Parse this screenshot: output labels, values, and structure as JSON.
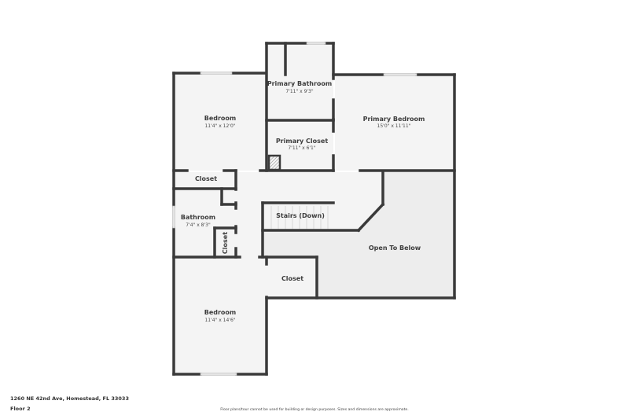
{
  "floorplan": {
    "colors": {
      "wall": "#3a3a3a",
      "floor": "#f4f4f4",
      "open_to_below": "#ededed",
      "window": "#d8d8d8",
      "background": "#ffffff"
    },
    "rooms": {
      "bedroom_1": {
        "name": "Bedroom",
        "dims": "11'4\" x 12'0\""
      },
      "primary_bathroom": {
        "name": "Primary Bathroom",
        "dims": "7'11\" x 9'3\""
      },
      "primary_closet": {
        "name": "Primary Closet",
        "dims": "7'11\" x 6'1\""
      },
      "primary_bedroom": {
        "name": "Primary Bedroom",
        "dims": "15'0\" x 11'11\""
      },
      "closet_1": {
        "name": "Closet"
      },
      "bathroom": {
        "name": "Bathroom",
        "dims": "7'4\" x 8'3\""
      },
      "closet_2": {
        "name": "Closet"
      },
      "stairs": {
        "name": "Stairs (Down)"
      },
      "open_to_below": {
        "name": "Open To Below"
      },
      "closet_3": {
        "name": "Closet"
      },
      "bedroom_2": {
        "name": "Bedroom",
        "dims": "11'4\" x 14'6\""
      }
    }
  },
  "footer": {
    "address": "1260 NE 42nd Ave, Homestead, FL 33033",
    "floor": "Floor 2",
    "disclaimer": "Floor plans/tour cannot be used for building or design purposes. Sizes and dimensions are approximate."
  }
}
